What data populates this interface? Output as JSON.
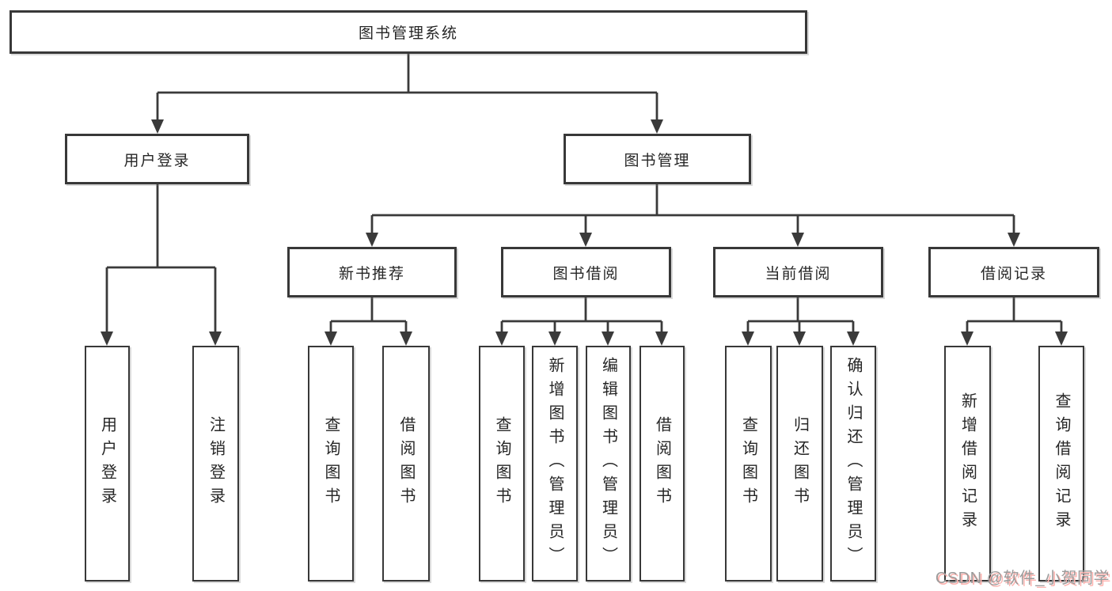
{
  "diagram": {
    "root": {
      "label": "图书管理系统"
    },
    "branches": [
      {
        "label": "用户登录",
        "children": [
          {
            "label": "用户登录"
          },
          {
            "label": "注销登录"
          }
        ]
      },
      {
        "label": "图书管理",
        "children": [
          {
            "label": "新书推荐",
            "children": [
              {
                "label": "查询图书"
              },
              {
                "label": "借阅图书"
              }
            ]
          },
          {
            "label": "图书借阅",
            "children": [
              {
                "label": "查询图书"
              },
              {
                "label": "新增图书（管理员）"
              },
              {
                "label": "编辑图书（管理员）"
              },
              {
                "label": "借阅图书"
              }
            ]
          },
          {
            "label": "当前借阅",
            "children": [
              {
                "label": "查询图书"
              },
              {
                "label": "归还图书"
              },
              {
                "label": "确认归还（管理员）"
              }
            ]
          },
          {
            "label": "借阅记录",
            "children": [
              {
                "label": "新增借阅记录"
              },
              {
                "label": "查询借阅记录"
              }
            ]
          }
        ]
      }
    ]
  },
  "watermark": {
    "text": "CSDN @软件_小贺同学"
  },
  "colors": {
    "background": "#ffffff",
    "line": "#3a3a3a",
    "box_border": "#383838",
    "text": "#262626",
    "watermark_text": "#9b9b9b",
    "watermark_shadow": "#ffb3af"
  }
}
